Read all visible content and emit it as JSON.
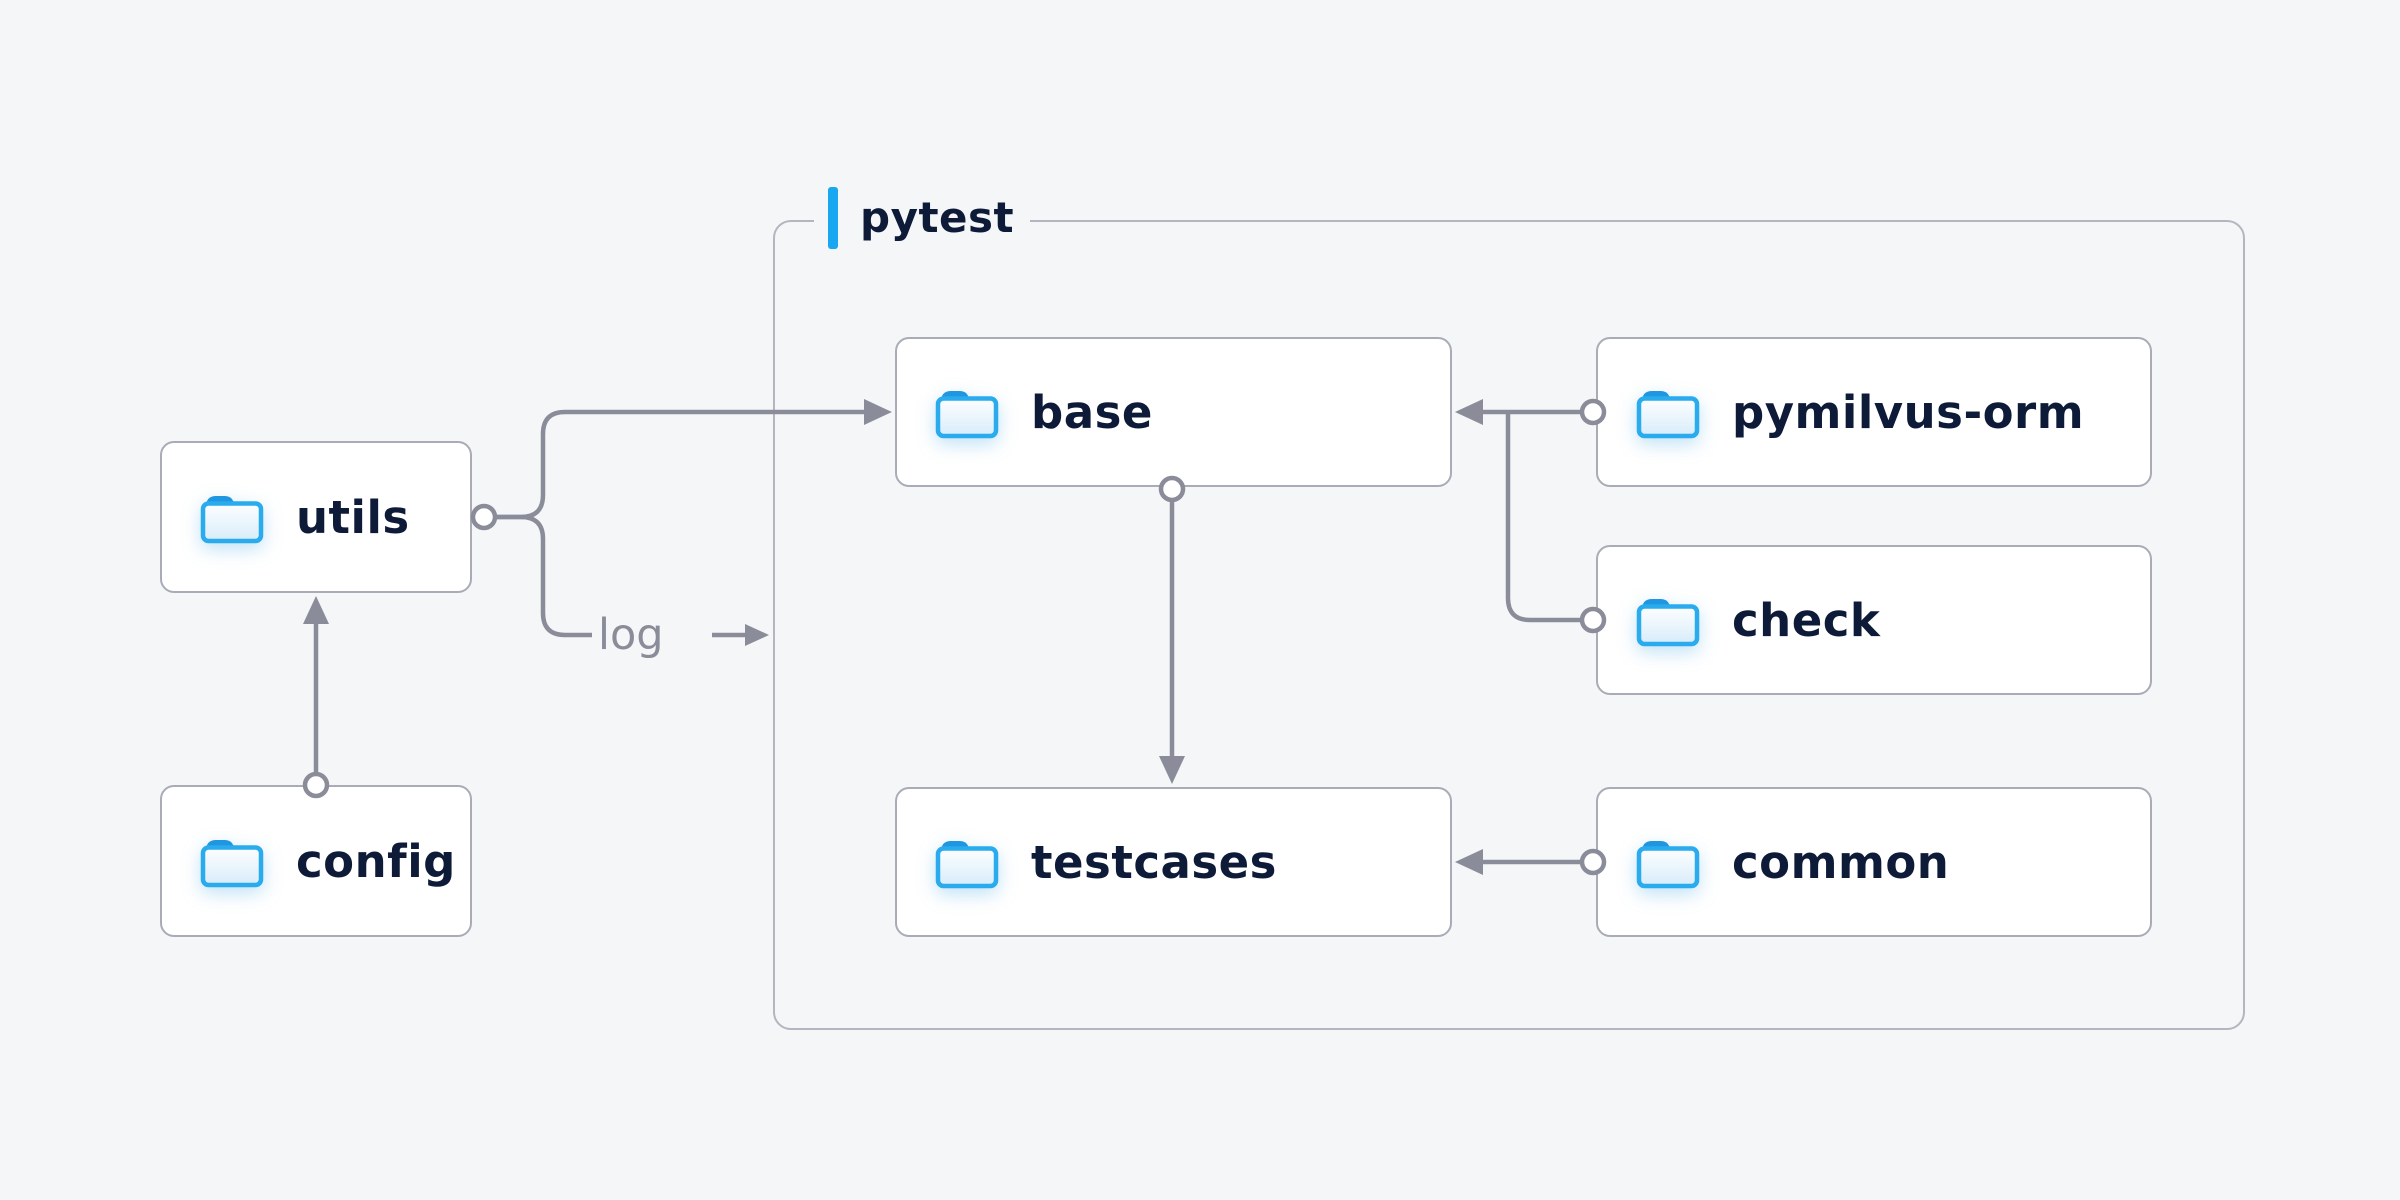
{
  "diagram": {
    "kind": "folder-dependency-diagram",
    "colors": {
      "background": "#f5f6f7",
      "node_background": "#ffffff",
      "node_border": "#a9acb7",
      "group_border": "#b3b6c0",
      "wire": "#8a8d99",
      "text": "#0d1b38",
      "muted_text": "#8a8d99",
      "accent_blue": "#18a7f0",
      "folder_blue": "#29abee"
    }
  },
  "container": {
    "label": "pytest"
  },
  "nodes": [
    {
      "id": "utils",
      "label": "utils",
      "icon": "folder-icon",
      "inside_group": false
    },
    {
      "id": "config",
      "label": "config",
      "icon": "folder-icon",
      "inside_group": false
    },
    {
      "id": "base",
      "label": "base",
      "icon": "folder-icon",
      "inside_group": true
    },
    {
      "id": "pymilvus-orm",
      "label": "pymilvus-orm",
      "icon": "folder-icon",
      "inside_group": true
    },
    {
      "id": "check",
      "label": "check",
      "icon": "folder-icon",
      "inside_group": true
    },
    {
      "id": "testcases",
      "label": "testcases",
      "icon": "folder-icon",
      "inside_group": true
    },
    {
      "id": "common",
      "label": "common",
      "icon": "folder-icon",
      "inside_group": true
    }
  ],
  "edges": [
    {
      "from": "utils",
      "to": "base",
      "style": "arrow"
    },
    {
      "from": "utils",
      "to": "pytest",
      "style": "arrow",
      "label": "log"
    },
    {
      "from": "config",
      "to": "utils",
      "style": "arrow"
    },
    {
      "from": "base",
      "to": "testcases",
      "style": "arrow"
    },
    {
      "from": "pymilvus-orm",
      "to": "base",
      "style": "arrow"
    },
    {
      "from": "check",
      "to": "base",
      "style": "arrow"
    },
    {
      "from": "common",
      "to": "testcases",
      "style": "arrow"
    }
  ],
  "labels": {
    "log": "log"
  }
}
